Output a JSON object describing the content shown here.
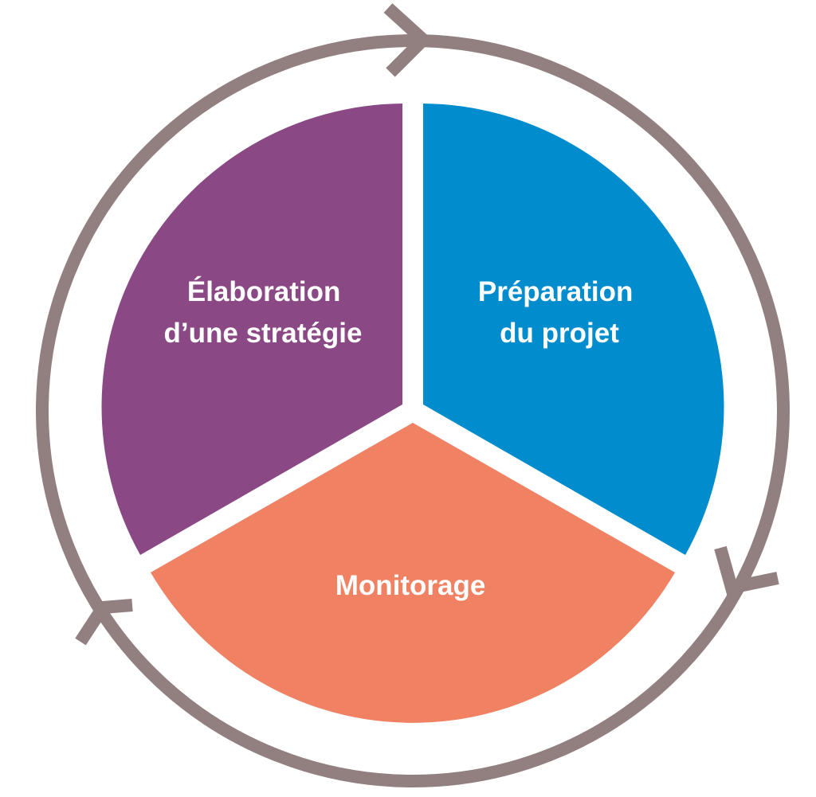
{
  "diagram": {
    "colors": {
      "ring": "#927f7f",
      "background": "#ffffff",
      "strategy": "#8a4985",
      "preparation": "#008ccd",
      "monitoring": "#f08162"
    },
    "segments": [
      {
        "id": "strategy",
        "lines": [
          "Élaboration",
          "d’une stratégie"
        ]
      },
      {
        "id": "preparation",
        "lines": [
          "Préparation",
          "du projet"
        ]
      },
      {
        "id": "monitoring",
        "lines": [
          "Monitorage"
        ]
      }
    ],
    "cycle": {
      "direction": "clockwise",
      "arrows": 3
    }
  }
}
